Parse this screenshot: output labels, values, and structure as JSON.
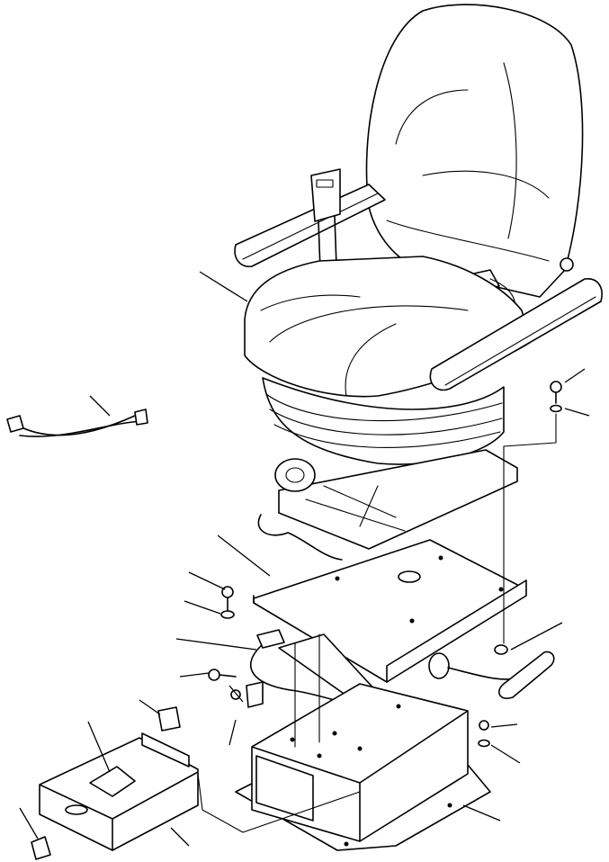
{
  "diagram": {
    "kind": "exploded-parts-view",
    "subject_parts": [
      "seat-assembly",
      "seat-belt",
      "wiring-harness",
      "slide-base-plate",
      "adjust-lever",
      "seat-stand",
      "storage-box",
      "lock-key",
      "bolts",
      "washers",
      "clamp-bracket",
      "link-rod"
    ],
    "callout_count": 17,
    "line_color": "#000000",
    "background_color": "#ffffff"
  }
}
